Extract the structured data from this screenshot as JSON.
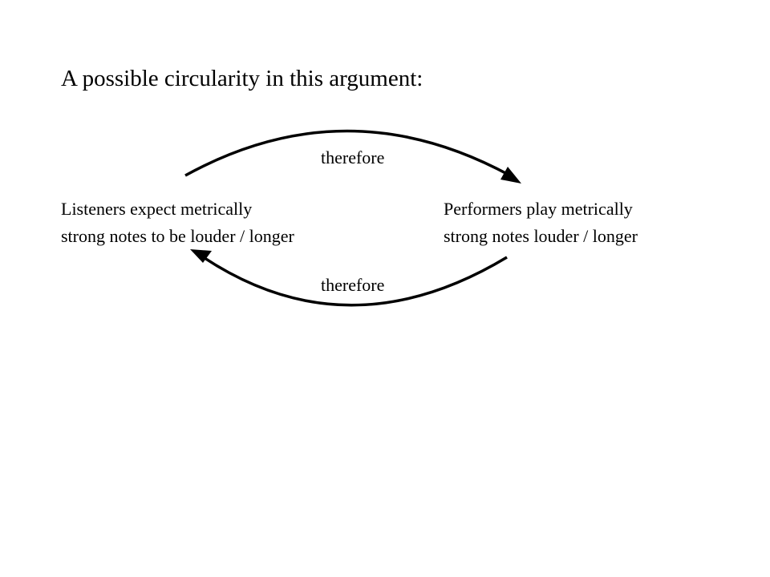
{
  "title": "A possible circularity in this argument:",
  "nodes": {
    "listeners": {
      "line1": "Listeners expect metrically",
      "line2": "strong notes to be louder / longer"
    },
    "performers": {
      "line1": "Performers play metrically",
      "line2": "strong notes louder / longer"
    }
  },
  "edges": {
    "top": {
      "label": "therefore",
      "from": "listeners",
      "to": "performers"
    },
    "bottom": {
      "label": "therefore",
      "from": "performers",
      "to": "listeners"
    }
  },
  "colors": {
    "text": "#000000",
    "arrow": "#000000",
    "background": "#ffffff"
  }
}
